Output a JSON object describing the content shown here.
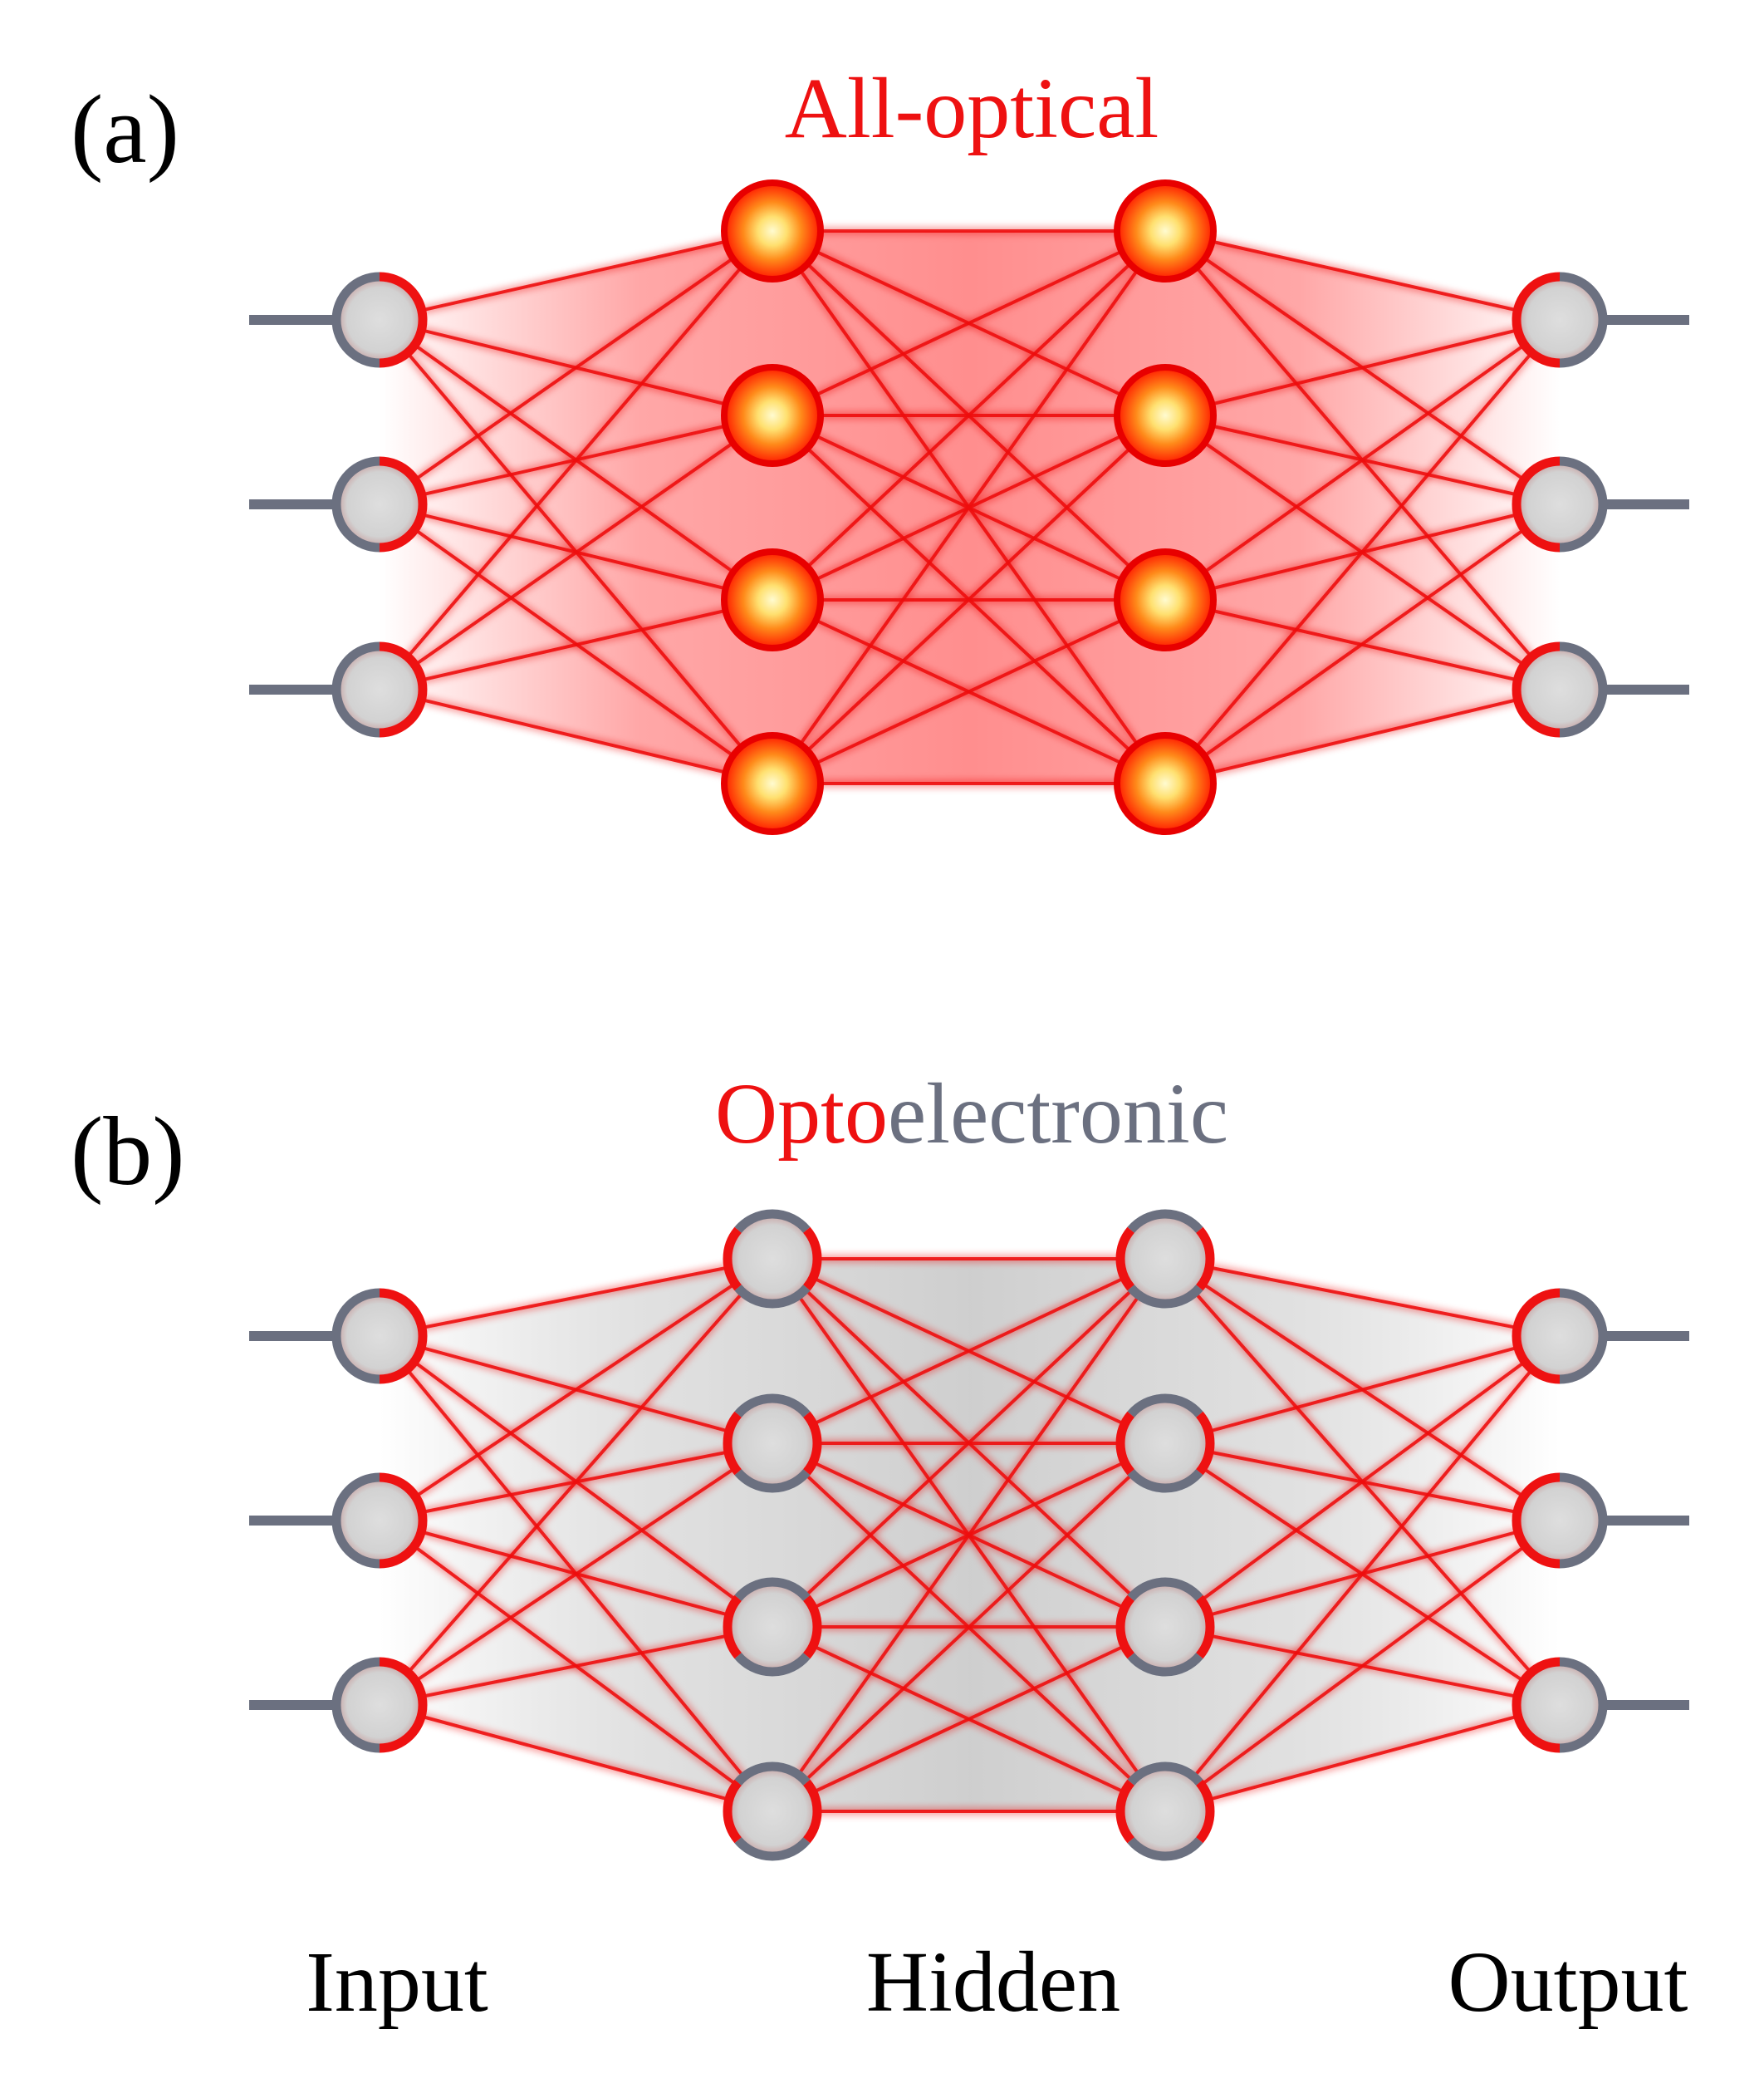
{
  "panels": [
    {
      "letter": "(a)",
      "title": [
        {
          "text": "All-optical",
          "tone": "red"
        }
      ],
      "mode": "optical"
    },
    {
      "letter": "(b)",
      "title": [
        {
          "text": "Opto",
          "tone": "red"
        },
        {
          "text": "electronic",
          "tone": "gray"
        }
      ],
      "mode": "optoelectronic"
    }
  ],
  "layers": [
    {
      "label": "Input",
      "nodes": 3
    },
    {
      "label": "Hidden",
      "nodes": 4
    },
    {
      "label": "Hidden",
      "nodes": 4
    },
    {
      "label": "Output",
      "nodes": 3
    }
  ],
  "column_labels": [
    "Input",
    "Hidden",
    "Output"
  ],
  "colors": {
    "red": "#ee1111",
    "gray": "#6b7080",
    "node_fill": "#d8d8d8",
    "glow_core": "#fff6a0",
    "glow_mid": "#ffb030",
    "glow_edge": "#ff1a00",
    "band_red": "#ff8a8a",
    "band_gray": "#cfcfcf"
  }
}
